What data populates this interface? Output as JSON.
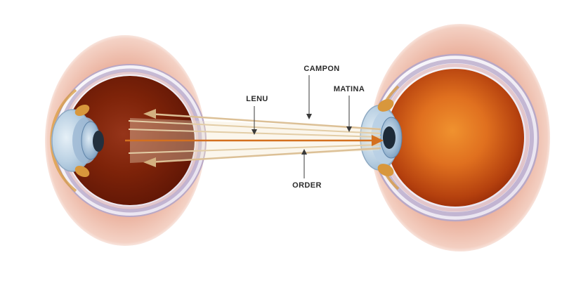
{
  "diagram": {
    "title": "eye-optics-diagram",
    "labels": {
      "lens": "LENU",
      "campon": "CAMPON",
      "matina": "MATINA",
      "order": "ORDER"
    },
    "colors": {
      "ray_tan": "#dcc096",
      "ray_band": "#f3e4c9",
      "ray_orange": "#d4701f",
      "left_eye_interior": "#7a2008",
      "right_eye_interior": "#e07020",
      "sclera": "#f7f5f9",
      "lavender_ring": "#a08cb8",
      "pink_flare": "#e8a598",
      "cornea_blue": "#aec8de",
      "lens_blue": "#7fa3c4",
      "pupil_dark": "#1d2a38",
      "ciliary_orange": "#d8973c",
      "label_color": "#2b2b2b"
    }
  }
}
